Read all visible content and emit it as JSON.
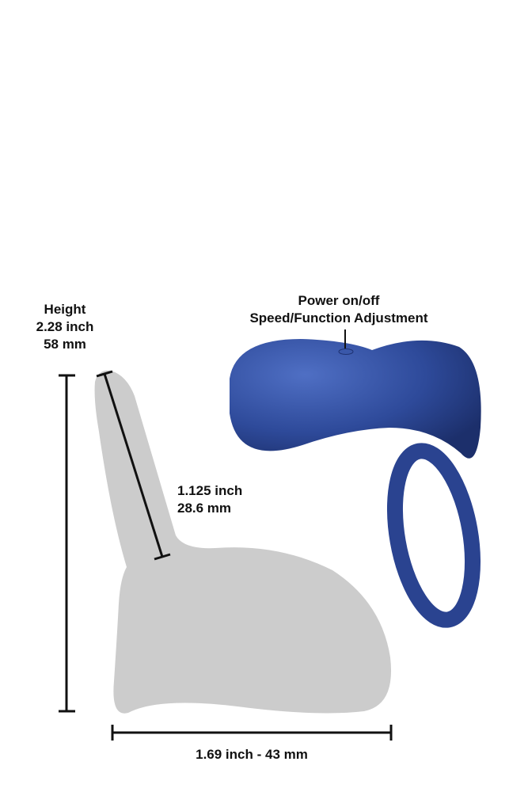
{
  "height_label": {
    "title": "Height",
    "inch": "2.28 inch",
    "mm": "58 mm"
  },
  "button_label": {
    "line1": "Power on/off",
    "line2": "Speed/Function Adjustment"
  },
  "stem_label": {
    "inch": "1.125 inch",
    "mm": "28.6 mm"
  },
  "width_label": "1.69 inch - 43 mm",
  "colors": {
    "silhouette": "#cccccc",
    "product": "#2e4a9a",
    "lines": "#111111"
  }
}
